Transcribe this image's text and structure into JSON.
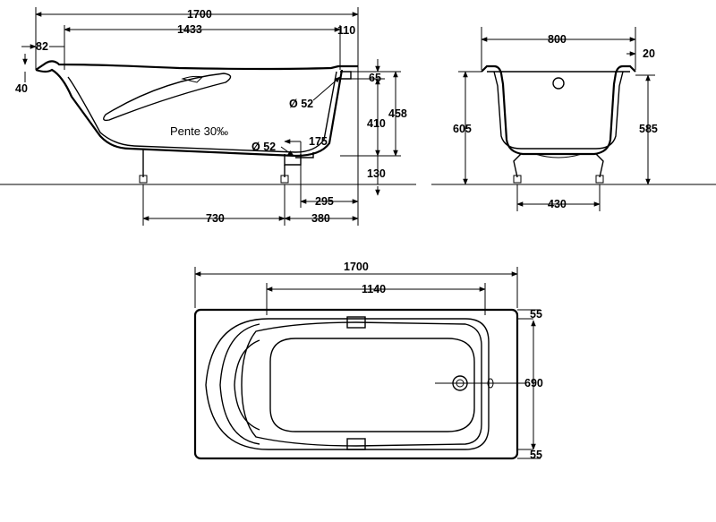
{
  "side_view": {
    "total_length": "1700",
    "inner_length": "1433",
    "rim_end": "110",
    "rim_head": "82",
    "rim_height": "40",
    "pipe_upper": "Ø 52",
    "pipe_lower": "Ø 52",
    "overflow_offset": "65",
    "overflow_depth": "410",
    "total_depth": "458",
    "drain_offset": "175",
    "floor_gap": "130",
    "leg_span": "730",
    "leg_end_dist": "380",
    "drain_dist": "295",
    "slope_label": "Pente 30‰"
  },
  "end_view": {
    "width": "800",
    "rim_width": "20",
    "total_height": "605",
    "body_height": "585",
    "leg_width": "430"
  },
  "top_view": {
    "length": "1700",
    "inner_length": "1140",
    "width": "690",
    "edge_top": "55",
    "edge_bottom": "55"
  }
}
